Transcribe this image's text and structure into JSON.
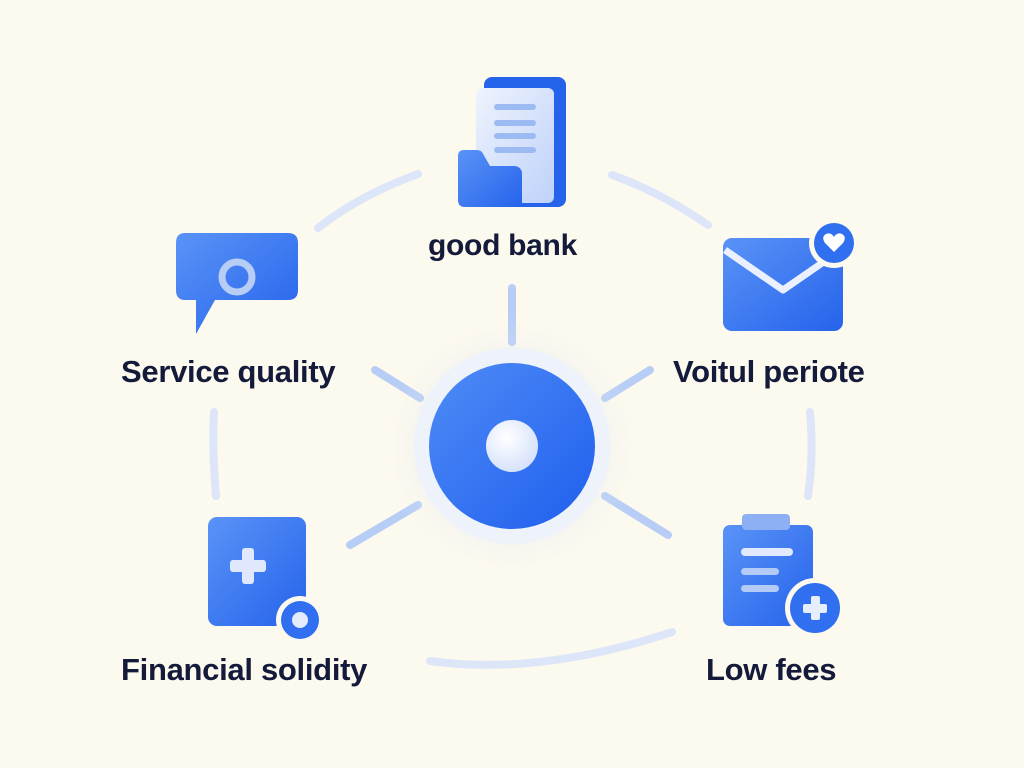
{
  "diagram": {
    "center": {
      "name": "hub",
      "icon": "target-circle-icon"
    },
    "nodes": [
      {
        "id": "top",
        "label": "good bank",
        "icon": "document-folder-icon"
      },
      {
        "id": "upper-left",
        "label": "Service quality",
        "icon": "chat-bubble-icon"
      },
      {
        "id": "upper-right",
        "label": "Voitul periote",
        "icon": "envelope-heart-icon"
      },
      {
        "id": "lower-left",
        "label": "Financial solidity",
        "icon": "medical-plus-card-icon"
      },
      {
        "id": "lower-right",
        "label": "Low fees",
        "icon": "clipboard-add-icon"
      }
    ]
  },
  "colors": {
    "background": "#fcf9ee",
    "accent": "#2f6ff0",
    "accent_light": "#6d9cf5",
    "link": "#bcd0f5",
    "ring": "#dde6f8",
    "text": "#141a3a"
  }
}
